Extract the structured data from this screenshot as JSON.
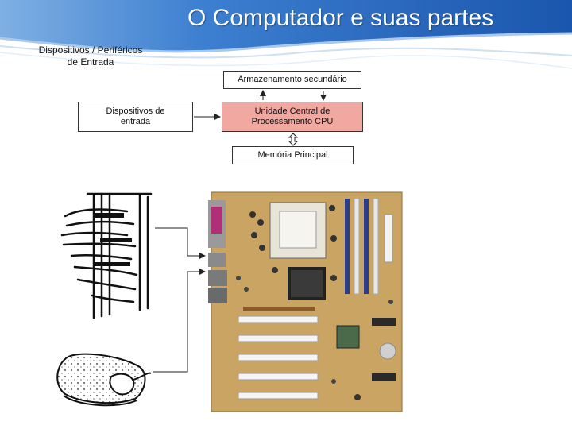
{
  "slide": {
    "title": "O Computador e suas partes",
    "subtitle_lines": [
      "Dispositivos / Periféricos",
      "de Entrada"
    ]
  },
  "diagram": {
    "storage_label": "Armazenamento secundário",
    "input_lines": [
      "Dispositivos de",
      "entrada"
    ],
    "cpu_lines": [
      "Unidade Central de",
      "Processamento CPU"
    ],
    "memory_label": "Memória Principal"
  },
  "colors": {
    "header_blue": "#1f62b8",
    "cpu_fill": "#f0a8a0",
    "board_tan": "#c9a463"
  },
  "images": {
    "keyboard_hands": "hands-typing-keyboard-icon",
    "mouse_pad": "mouse-on-pad-icon",
    "motherboard": "motherboard-photo"
  }
}
